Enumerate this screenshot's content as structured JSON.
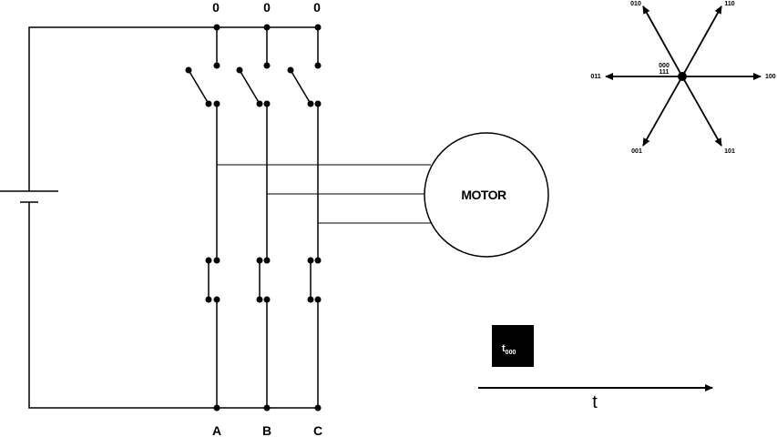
{
  "top_labels": [
    "0",
    "0",
    "0"
  ],
  "phase_labels": [
    "A",
    "B",
    "C"
  ],
  "motor_label": "MOTOR",
  "vectors": {
    "up_left": "010",
    "up_right": "110",
    "left": "011",
    "right": "100",
    "down_left": "001",
    "down_right": "101",
    "center_top": "000",
    "center_bottom": "111"
  },
  "time_box": {
    "main": "t",
    "subscript": "000"
  },
  "time_axis_label": "t",
  "colors": {
    "line": "#000000",
    "box": "#000000",
    "background": "#ffffff"
  }
}
